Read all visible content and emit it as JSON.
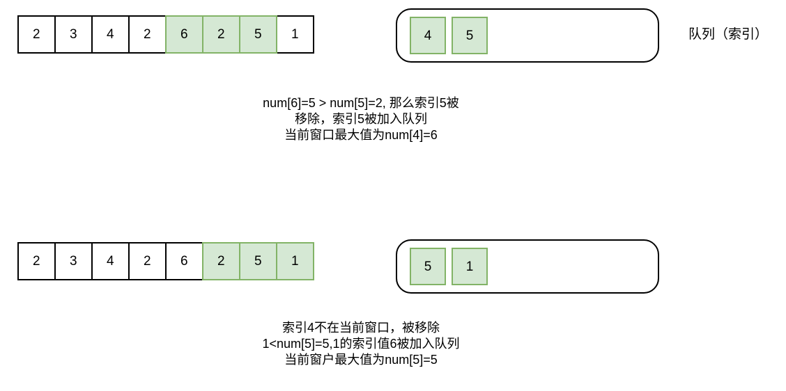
{
  "figure": {
    "title": "Sliding window maximum - monotonic deque illustration",
    "colors": {
      "window_fill": "#d5e8d4",
      "window_stroke": "#82b366",
      "cell_stroke": "#000000",
      "text": "#000000",
      "background": "#ffffff"
    }
  },
  "steps": [
    {
      "array": {
        "values": [
          "2",
          "3",
          "4",
          "2",
          "6",
          "2",
          "5",
          "1"
        ],
        "highlighted_indices": [
          4,
          5,
          6
        ]
      },
      "queue": {
        "items": [
          "4",
          "5"
        ],
        "label": "队列（索引）"
      },
      "caption": {
        "lines": [
          "num[6]=5  > num[5]=2, 那么索引5被",
          "移除，索引5被加入队列",
          "当前窗口最大值为num[4]=6"
        ]
      }
    },
    {
      "array": {
        "values": [
          "2",
          "3",
          "4",
          "2",
          "6",
          "2",
          "5",
          "1"
        ],
        "highlighted_indices": [
          5,
          6,
          7
        ]
      },
      "queue": {
        "items": [
          "5",
          "1"
        ],
        "label": ""
      },
      "caption": {
        "lines": [
          "索引4不在当前窗口，被移除",
          "1<num[5]=5,1的索引值6被加入队列",
          "当前窗户最大值为num[5]=5"
        ]
      }
    }
  ]
}
